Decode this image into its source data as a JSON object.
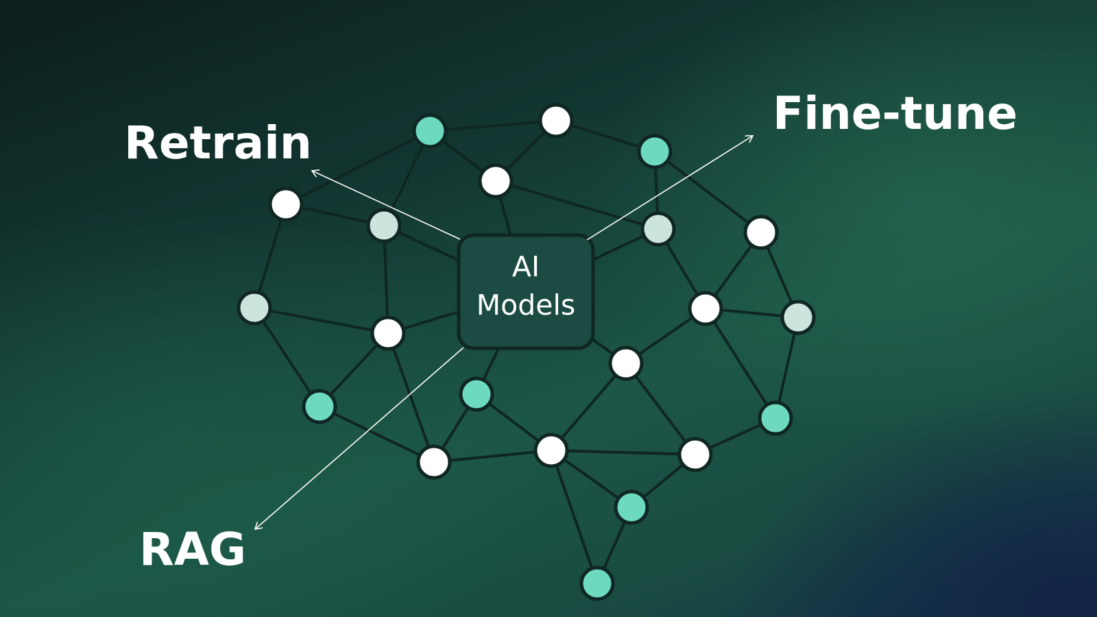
{
  "diagram": {
    "center": {
      "line1": "AI",
      "line2": "Models"
    },
    "labels": {
      "retrain": "Retrain",
      "fine_tune": "Fine-tune",
      "rag": "RAG"
    },
    "colors": {
      "teal_node": "#6dd9bf",
      "light_node": "#cbe4de",
      "white_node": "#ffffff",
      "edge": "#0f2622",
      "arrow": "#ffffff",
      "text": "#ffffff"
    }
  }
}
